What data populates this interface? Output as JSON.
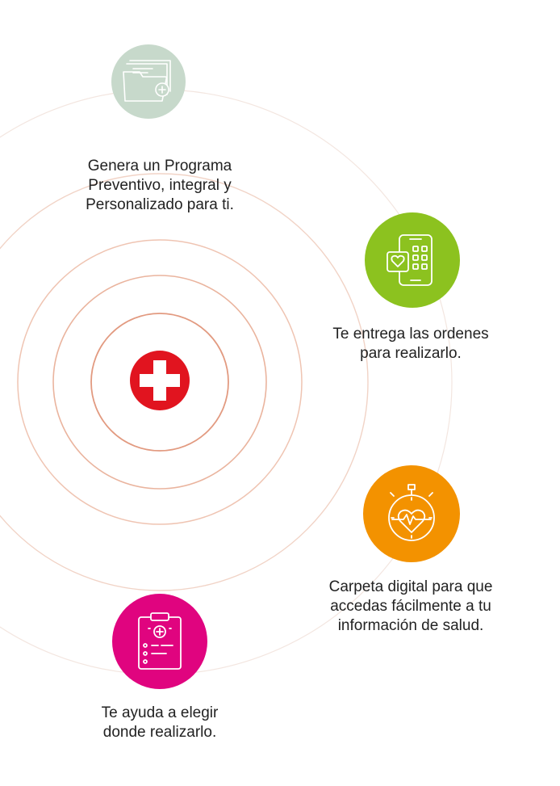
{
  "colors": {
    "ring": "#e9a487",
    "ring_outer": "#f1d9cf",
    "center_red": "#e1141f",
    "folder_bg": "#c7d9cb",
    "phone_bg": "#8cc21f",
    "clock_bg": "#f39200",
    "clipboard_bg": "#e0047f"
  },
  "features": [
    {
      "icon": "folder-plus-icon",
      "text_lines": [
        "Genera un Programa",
        "Preventivo, integral y",
        "Personalizado para ti."
      ]
    },
    {
      "icon": "phone-heart-icon",
      "text_lines": [
        "Te entrega las ordenes",
        "para realizarlo."
      ]
    },
    {
      "icon": "stopwatch-heartbeat-icon",
      "text_lines": [
        "Carpeta digital para que",
        "accedas fácilmente a tu",
        "información de salud."
      ]
    },
    {
      "icon": "clipboard-medical-icon",
      "text_lines": [
        "Te ayuda a elegir",
        "donde realizarlo."
      ]
    }
  ],
  "center": {
    "icon": "medical-cross-icon"
  }
}
